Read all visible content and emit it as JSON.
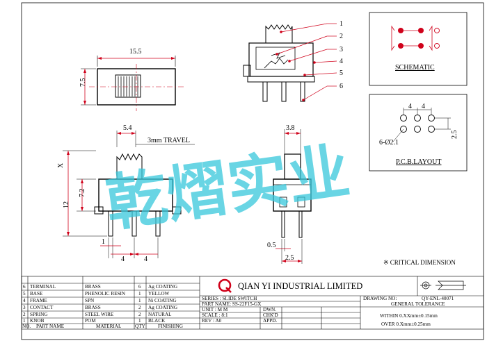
{
  "drawing": {
    "top_view": {
      "width": "15.5",
      "height": "7.5"
    },
    "front_view": {
      "knob_offset": "5.4",
      "travel": "3mm TRAVEL",
      "x_label": "X",
      "h1": "7.2",
      "h2": "12",
      "pin_dia": "1",
      "pitch_a": "4",
      "pitch_b": "4"
    },
    "side_view": {
      "width": "3.8",
      "pin_t": "0.5",
      "pin_l": "2.5"
    },
    "callouts": [
      "1",
      "2",
      "3",
      "4",
      "5",
      "6"
    ],
    "schematic_label": "SCHEMATIC",
    "pcb": {
      "label": "P.C.B.LAYOUT",
      "pitch_a": "4",
      "pitch_b": "4",
      "hole": "6-Ø2.1",
      "row": "2.5"
    },
    "critical_note": "※ CRITICAL DIMENSION",
    "watermark": "乾熠实业"
  },
  "bom": {
    "headers": {
      "no": "NO.",
      "part": "PART NAME",
      "material": "MATERIAL",
      "qty": "QTY",
      "finish": "FINISHING"
    },
    "rows": [
      {
        "no": "6",
        "part": "TERMINAL",
        "material": "BRASS",
        "qty": "6",
        "finish": "Ag COATING"
      },
      {
        "no": "5",
        "part": "BASE",
        "material": "PHENOLIC RESIN",
        "qty": "1",
        "finish": "YELLOW"
      },
      {
        "no": "4",
        "part": "FRAME",
        "material": "SPN",
        "qty": "1",
        "finish": "Ni COATING"
      },
      {
        "no": "3",
        "part": "CONTACT",
        "material": "BRASS",
        "qty": "2",
        "finish": "Ag COATING"
      },
      {
        "no": "2",
        "part": "SPRING",
        "material": "STEEL WIRE",
        "qty": "2",
        "finish": "NATURAL"
      },
      {
        "no": "1",
        "part": "KNOB",
        "material": "POM",
        "qty": "1",
        "finish": "BLACK"
      }
    ]
  },
  "title_block": {
    "company": "QIAN YI INDUSTRIAL LIMITED",
    "logo_letter": "Q",
    "series": "SERIES : SLIDE SWITCH",
    "part_name": "PART NAME: SS-22F15-GX",
    "unit": "UNIT : M M",
    "scale": "SCALE : 8:1",
    "rev": "REV  : A0",
    "dwn": "DWN.",
    "chkd": "CHK'D",
    "appd": "APPD.",
    "drawing_no_label": "DRAWING NO:",
    "drawing_no": "QY-ENL-40071",
    "tol_title": "GENERAL TOLERANCE",
    "tol_within": "WITHIN 0.XXmm±0.15mm",
    "tol_over": "OVER   0.Xmm±0.25mm"
  },
  "colors": {
    "dim": "#d0021b",
    "line": "#000000",
    "watermark": "#38c8dc",
    "logo": "#d0021b"
  }
}
